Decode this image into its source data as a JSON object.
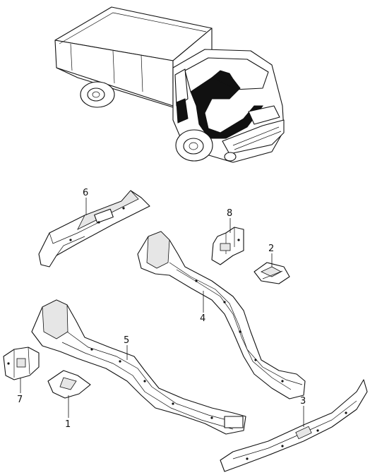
{
  "callouts": {
    "p1": "1",
    "p2": "2",
    "p3": "3",
    "p4": "4",
    "p5": "5",
    "p6": "6",
    "p7": "7",
    "p8": "8"
  }
}
